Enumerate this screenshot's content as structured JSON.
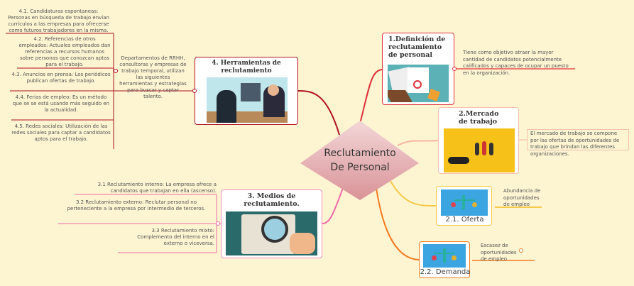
{
  "center": {
    "line1": "Reclutamiento",
    "line2": "De Personal"
  },
  "nodes": {
    "n1": {
      "title": "1.Definición de reclutamiento de personal",
      "desc": "Tiene como objetivo atraer la mayor cantidad de candidatos potencialmente calificados y capaces de ocupar un puesto en la organización."
    },
    "n2": {
      "title": "2.Mercado de trabajo",
      "desc": "El mercado de trabajo se compone por las ofertas de oportunidades de trabajo que brindan las diferentes organizaciones."
    },
    "n21": {
      "title": "2.1. Oferta",
      "desc": "Abundancia de oportunidades de empleo"
    },
    "n22": {
      "title": "2.2. Demanda",
      "desc": "Escasez de oportunidades de empleo"
    },
    "n3": {
      "title": "3. Medios de reclutamiento.",
      "items": [
        "3.1 Reclutamiento interno: La empresa ofrece a candidatos que trabajan en ella (ascenso).",
        "3.2 Reclutamiento externo: Reclutar personal no perteneciente a la empresa por intermedio de terceros.",
        "3.3 Reclutamiento mixto: Complemento del interno en el externo o viceversa."
      ]
    },
    "n4": {
      "title": "4. Herramientas de reclutamiento",
      "desc": "Departamentos de RRHH, consultoras y empresas de trabajo temporal, utilizan las siguientes herramientas y estrategias para buscar y captar talento.",
      "items": [
        "4.1. Candidaturas espontaneas: Personas en búsqueda de trabajo envían currículos a las empresas para ofrecerse como futuros trabajadores en la misma.",
        "4.2. Referencias de otros empleados: Actuales empleados dan referencias a recursos humanos sobre personas que conozcan aptas para el trabajo.",
        "4.3. Anuncios en prensa: Los periódicos publican ofertas de trabajo.",
        "4.4. Ferias de empleo: Es un método que se se está usando más seguido en la actualidad.",
        "4.5. Redes sociales: Utilización de las redes sociales para captar a candidatos aptos para el trabajo."
      ]
    }
  },
  "colors": {
    "background": "#fdf4d2",
    "n1": "#e0303a",
    "n2": "#f7b7a0",
    "n21": "#f7c948",
    "n22": "#f37b20",
    "n3": "#f06aa8",
    "n4": "#b0111e",
    "center": "#d99aa0"
  }
}
